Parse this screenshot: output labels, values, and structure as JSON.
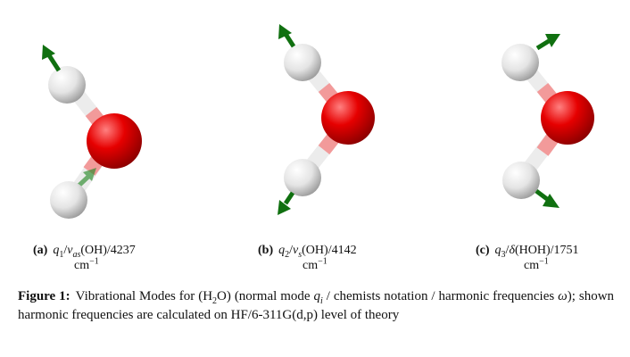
{
  "colors": {
    "oxygen": "#e00000",
    "hydrogen": "#e6e6e6",
    "bond_light": "#eeeeee",
    "bond_red": "#f08080",
    "arrow": "#107010"
  },
  "panels": [
    {
      "label": "(a)",
      "q": "q",
      "q_index": "1",
      "symbol": "ν",
      "symbol_sub": "as",
      "group": "(OH)",
      "frequency": "4237",
      "unit": "cm",
      "unit_exp": "−1",
      "arrows": [
        "hydrogen-top-away",
        "hydrogen-bottom-toward-oxygen"
      ]
    },
    {
      "label": "(b)",
      "q": "q",
      "q_index": "2",
      "symbol": "ν",
      "symbol_sub": "s",
      "group": "(OH)",
      "frequency": "4142",
      "unit": "cm",
      "unit_exp": "−1",
      "arrows": [
        "hydrogen-top-away",
        "hydrogen-bottom-away"
      ]
    },
    {
      "label": "(c)",
      "q": "q",
      "q_index": "3",
      "symbol": "δ",
      "symbol_sub": "",
      "group": "(HOH)",
      "frequency": "1751",
      "unit": "cm",
      "unit_exp": "−1",
      "arrows": [
        "hydrogen-top-bend",
        "hydrogen-bottom-bend"
      ]
    }
  ],
  "caption": {
    "lead": "Figure 1:",
    "text_1": "Vibrational Modes for (H",
    "text_1_sub": "2",
    "text_2": "O) (normal mode",
    "q": "q",
    "q_sub": "i",
    "text_3": "/ chemists notation / harmonic frequencies",
    "omega": "ω",
    "text_4": "); shown harmonic frequencies are calculated on HF/6-311G(d,p) level of theory"
  }
}
